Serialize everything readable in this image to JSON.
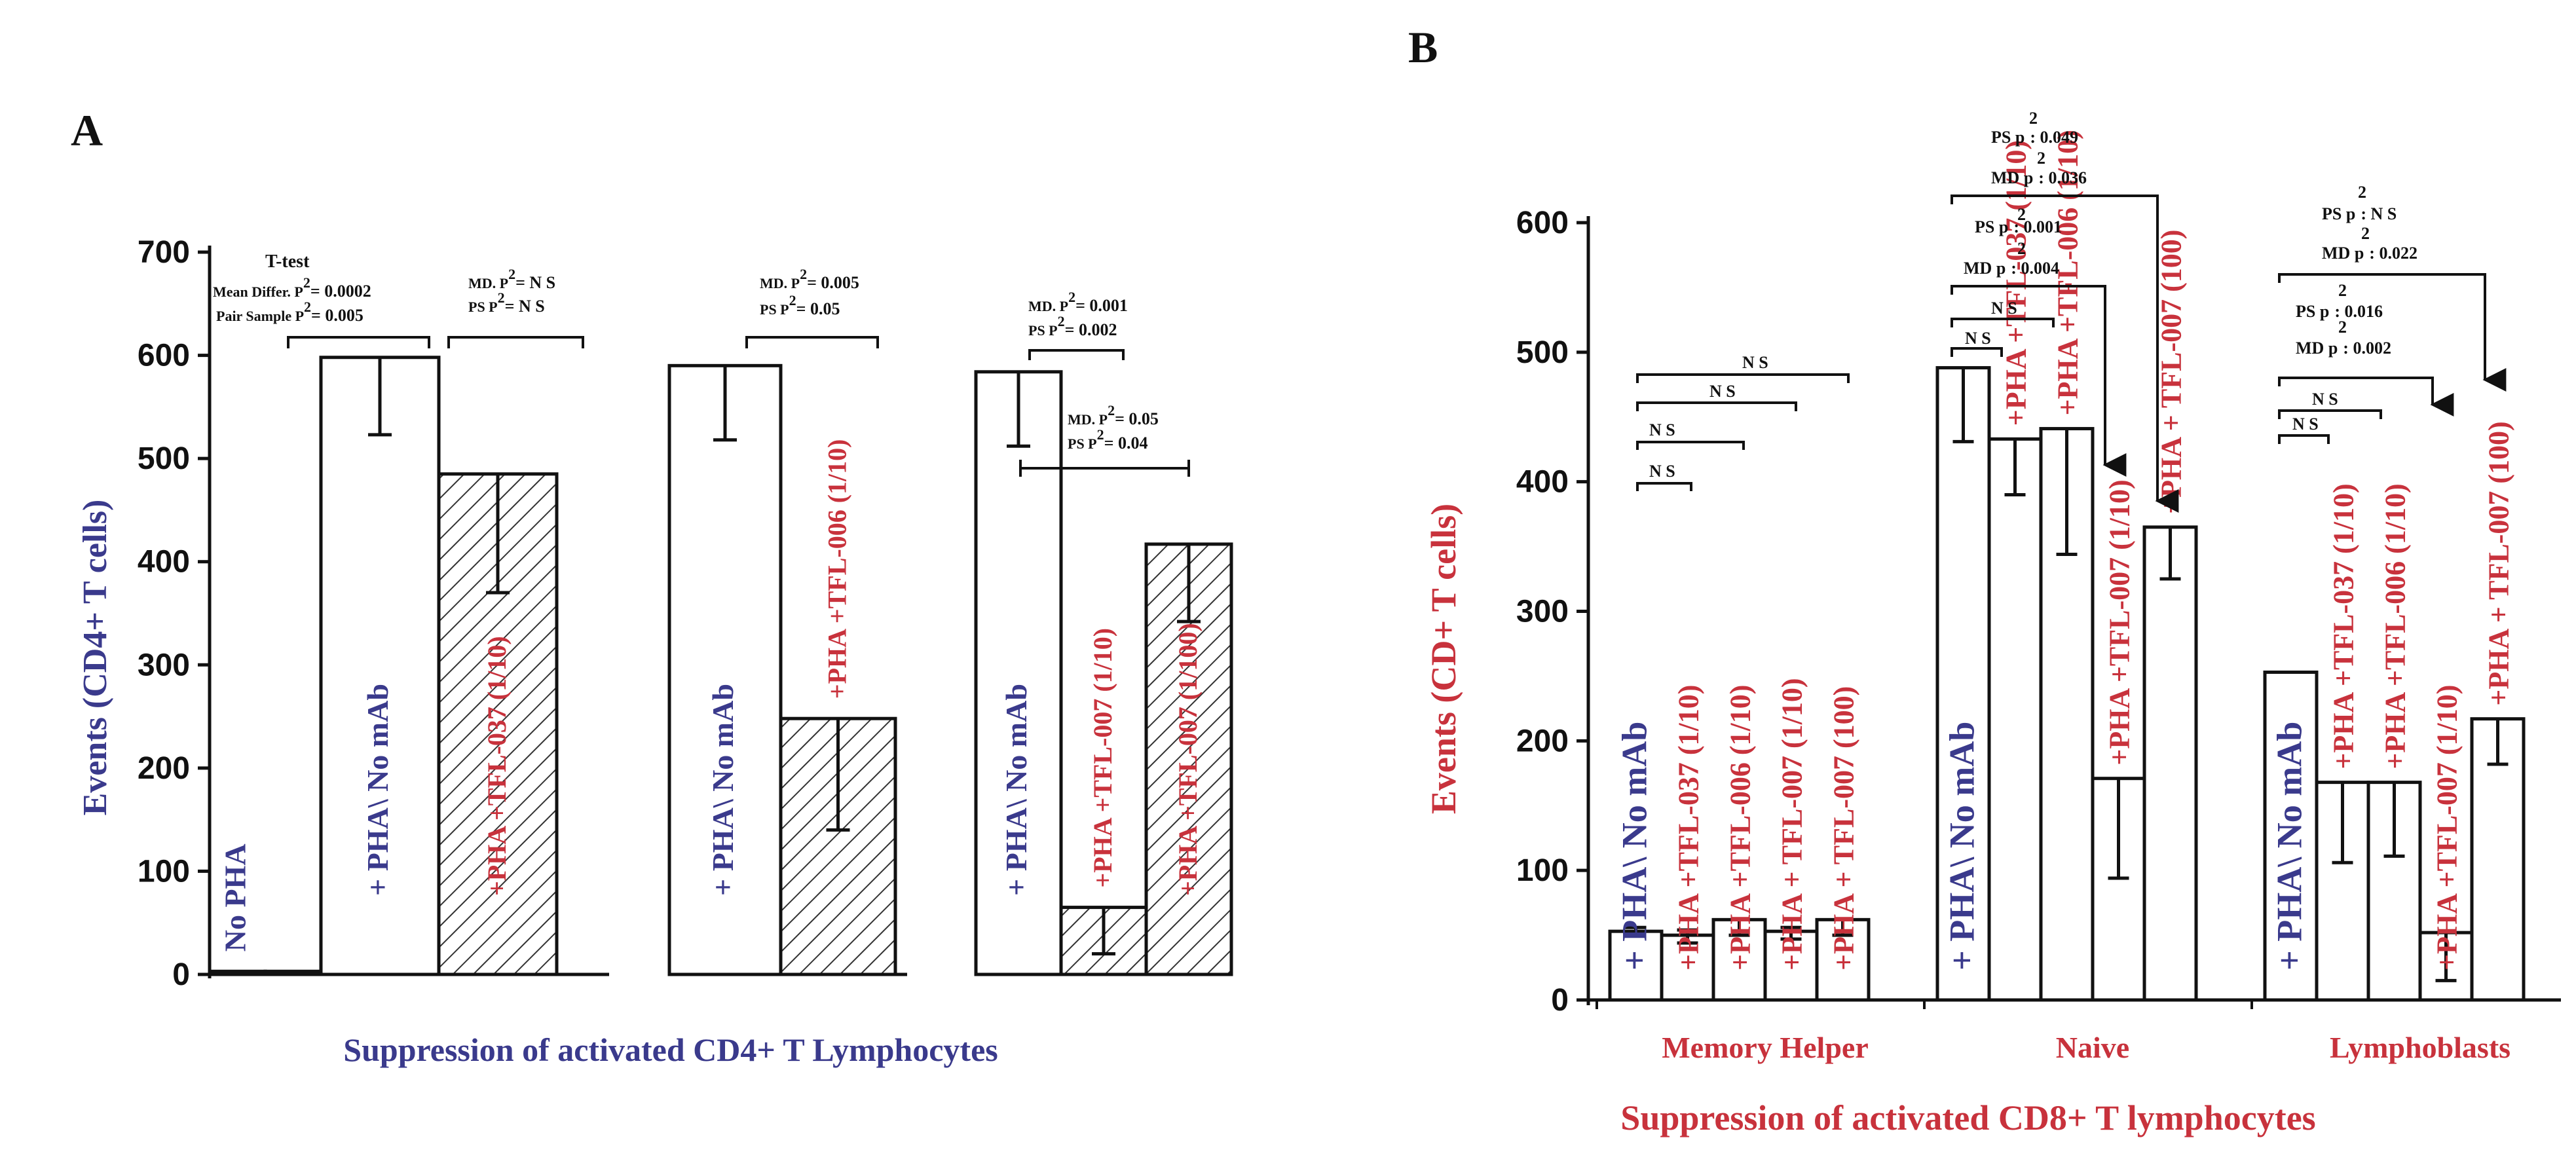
{
  "colors": {
    "blue": "#3a3a8c",
    "red": "#c8323c",
    "axis": "#111111",
    "hatch": "#333333"
  },
  "panel_labels": {
    "a": "A",
    "b": "B"
  },
  "chart_data": [
    {
      "type": "bar",
      "ylabel": "Events (CD4+ T cells)",
      "xlabel": "Suppression of activated CD4+ T Lymphocytes",
      "ylim": [
        0,
        700
      ],
      "yticks": [
        "0",
        "100",
        "200",
        "300",
        "400",
        "500",
        "600",
        "700"
      ],
      "groups": [
        {
          "bars": [
            {
              "label": "No PHA",
              "value": 3,
              "err_low": 0,
              "err_high": 0,
              "hatched": false,
              "label_color": "blue"
            },
            {
              "label": "",
              "value": 3,
              "err_low": 0,
              "err_high": 0,
              "hatched": false,
              "label_color": "blue"
            },
            {
              "label": "+ PHA\\ No mAb",
              "value": 598,
              "err_low": 75,
              "err_high": 0,
              "hatched": false,
              "label_color": "blue"
            },
            {
              "label": "+PHA +TFL-037 (1/10)",
              "value": 485,
              "err_low": 115,
              "err_high": 0,
              "hatched": true,
              "label_color": "red"
            }
          ]
        },
        {
          "bars": [
            {
              "label": "+ PHA\\ No mAb",
              "value": 590,
              "err_low": 72,
              "err_high": 0,
              "hatched": false,
              "label_color": "blue"
            },
            {
              "label": "+PHA +TFL-006 (1/10)",
              "value": 248,
              "err_low": 108,
              "err_high": 0,
              "hatched": true,
              "label_color": "red"
            }
          ]
        },
        {
          "bars": [
            {
              "label": "+ PHA\\ No mAb",
              "value": 584,
              "err_low": 72,
              "err_high": 0,
              "hatched": false,
              "label_color": "blue"
            },
            {
              "label": "+PHA +TFL-007 (1/10)",
              "value": 65,
              "err_low": 45,
              "err_high": 0,
              "hatched": true,
              "label_color": "red"
            },
            {
              "label": "+PHA +TFL-007 (1/100)",
              "value": 417,
              "err_low": 75,
              "err_high": 0,
              "hatched": true,
              "label_color": "red"
            }
          ]
        }
      ],
      "annotations": {
        "ttest": "T-test",
        "md1": "Mean Differ. P",
        "md1_sup": "2",
        "md1_val": "= 0.0002",
        "ps1": "Pair Sample P",
        "ps1_sup": "2",
        "ps1_val": "= 0.005",
        "md2": "MD. P",
        "md2_sup": "2",
        "md2_val": "= N S",
        "ps2": "PS P",
        "ps2_sup": "2",
        "ps2_val": "= N S",
        "md3": "MD. P",
        "md3_sup": "2",
        "md3_val": "= 0.005",
        "ps3": "PS P",
        "ps3_sup": "2",
        "ps3_val": "= 0.05",
        "md4": "MD. P",
        "md4_sup": "2",
        "md4_val": "= 0.001",
        "ps4": "PS P",
        "ps4_sup": "2",
        "ps4_val": "= 0.002",
        "md5": "MD. P",
        "md5_sup": "2",
        "md5_val": "= 0.05",
        "ps5": "PS P",
        "ps5_sup": "2",
        "ps5_val": "= 0.04"
      }
    },
    {
      "type": "bar",
      "ylabel": "Events (CD+ T cells)",
      "xlabel": "Suppression of activated CD8+ T lymphocytes",
      "ylim": [
        0,
        600
      ],
      "yticks": [
        "0",
        "100",
        "200",
        "300",
        "400",
        "500",
        "600"
      ],
      "categories": [
        "Memory Helper",
        "Naive",
        "Lymphoblasts"
      ],
      "groups": [
        {
          "category": "Memory Helper",
          "bars": [
            {
              "label": "+ PHA\\ No mAb",
              "value": 53,
              "err_low": 3,
              "err_high": 3,
              "label_color": "blue"
            },
            {
              "label": "+PHA +TFL-037 (1/10)",
              "value": 50,
              "err_low": 6,
              "err_high": 4,
              "label_color": "red"
            },
            {
              "label": "+PHA +TFL-006 (1/10)",
              "value": 62,
              "err_low": 12,
              "err_high": 0,
              "label_color": "red"
            },
            {
              "label": "+PHA + TFL-007 (1/10)",
              "value": 53,
              "err_low": 6,
              "err_high": 3,
              "label_color": "red"
            },
            {
              "label": "+PHA + TFL-007 (100)",
              "value": 62,
              "err_low": 12,
              "err_high": 0,
              "label_color": "red"
            }
          ]
        },
        {
          "category": "Naive",
          "bars": [
            {
              "label": "+ PHA\\ No mAb",
              "value": 488,
              "err_low": 57,
              "err_high": 0,
              "label_color": "blue"
            },
            {
              "label": "+PHA +TFL-037 (1/10)",
              "value": 433,
              "err_low": 43,
              "err_high": 0,
              "label_color": "red"
            },
            {
              "label": "+PHA +TFL-006 (1/10)",
              "value": 441,
              "err_low": 97,
              "err_high": 0,
              "label_color": "red"
            },
            {
              "label": "+PHA +TFL-007 (1/10)",
              "value": 171,
              "err_low": 77,
              "err_high": 0,
              "label_color": "red"
            },
            {
              "label": "+PHA + TFL-007 (100)",
              "value": 365,
              "err_low": 40,
              "err_high": 0,
              "label_color": "red"
            }
          ]
        },
        {
          "category": "Lymphoblasts",
          "bars": [
            {
              "label": "+ PHA\\ No mAb",
              "value": 253,
              "err_low": 0,
              "err_high": 0,
              "label_color": "blue"
            },
            {
              "label": "+PHA +TFL-037 (1/10)",
              "value": 168,
              "err_low": 62,
              "err_high": 0,
              "label_color": "red"
            },
            {
              "label": "+PHA +TFL-006 (1/10)",
              "value": 168,
              "err_low": 57,
              "err_high": 0,
              "label_color": "red"
            },
            {
              "label": "+PHA +TFL-007 (1/10)",
              "value": 52,
              "err_low": 37,
              "err_high": 0,
              "label_color": "red"
            },
            {
              "label": "+PHA + TFL-007 (100)",
              "value": 217,
              "err_low": 35,
              "err_high": 0,
              "label_color": "red"
            }
          ]
        }
      ],
      "annotations": {
        "ns": "N S",
        "naive_ps_100": "PS p",
        "naive_ps_100_val": ": 0.049",
        "naive_md_100": "MD p",
        "naive_md_100_val": ": 0.036",
        "naive_ps_10": "PS p",
        "naive_ps_10_val": ": 0.001",
        "naive_md_10": "MD p",
        "naive_md_10_val": ": 0.004",
        "lymph_ps_100": "PS p",
        "lymph_ps_100_val": ": N S",
        "lymph_md_100": "MD p",
        "lymph_md_100_val": ": 0.022",
        "lymph_ps_10": "PS p",
        "lymph_ps_10_val": ": 0.016",
        "lymph_md_10": "MD p",
        "lymph_md_10_val": ": 0.002",
        "sup": "2"
      }
    }
  ]
}
